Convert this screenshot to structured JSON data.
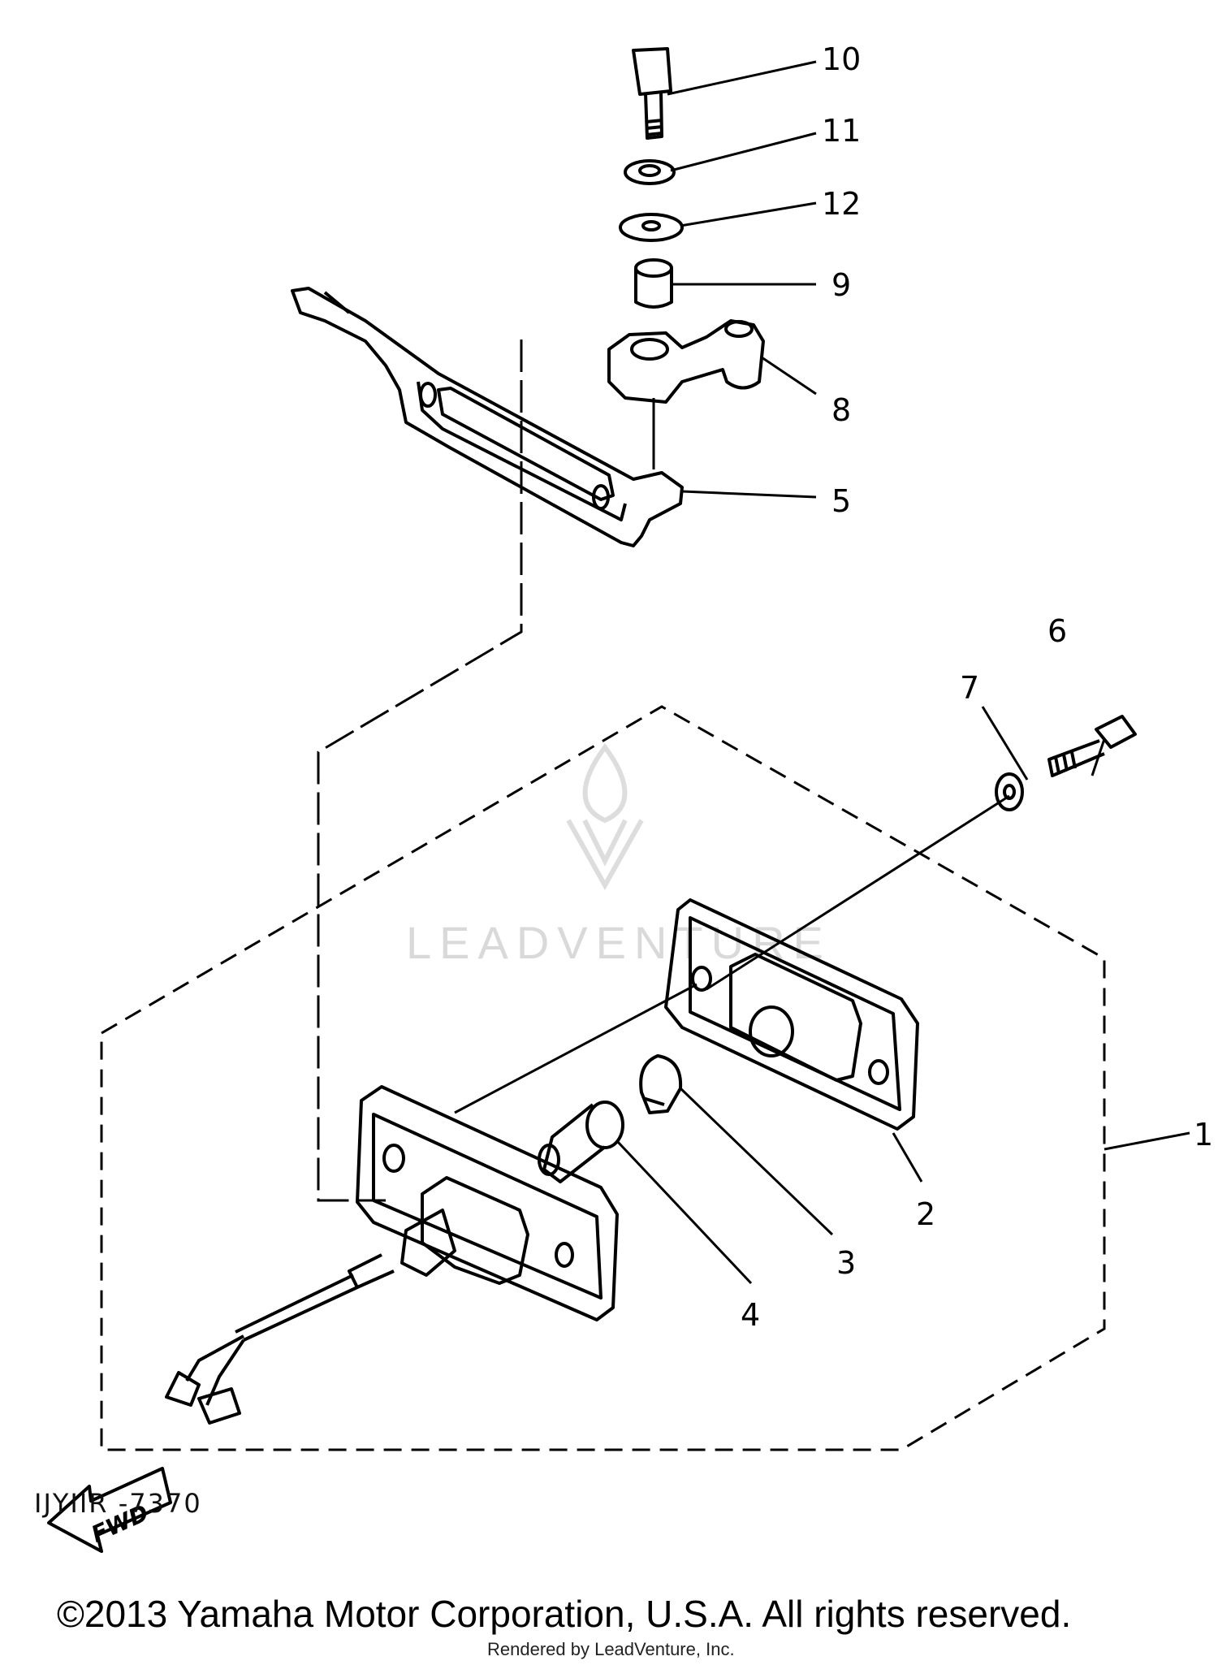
{
  "diagram": {
    "callouts": {
      "p1": "1",
      "p2": "2",
      "p3": "3",
      "p4": "4",
      "p5": "5",
      "p6": "6",
      "p7": "7",
      "p8": "8",
      "p9": "9",
      "p10": "10",
      "p11": "11",
      "p12": "12"
    },
    "fwd_label": "FWD",
    "reference_code": "IJYIIR -7370",
    "watermark": "LEADVENTURE"
  },
  "footer": {
    "copyright": "©2013 Yamaha Motor Corporation, U.S.A. All rights reserved.",
    "rendered_by": "Rendered by LeadVenture, Inc."
  },
  "colors": {
    "line": "#000000",
    "watermark": "#d9d9d9",
    "background": "#ffffff"
  }
}
